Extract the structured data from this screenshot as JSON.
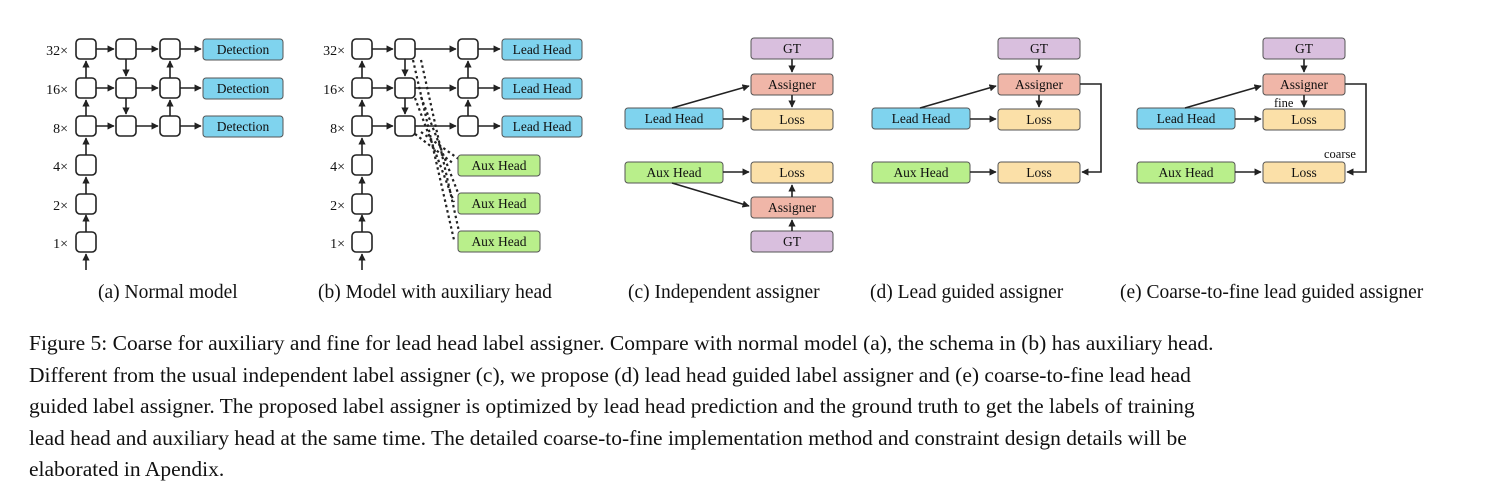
{
  "scales": {
    "s32": "32×",
    "s16": "16×",
    "s8": "8×",
    "s4": "4×",
    "s2": "2×",
    "s1": "1×"
  },
  "heads": {
    "detection": "Detection",
    "lead": "Lead Head",
    "aux": "Aux Head"
  },
  "nodes": {
    "gt": "GT",
    "assigner": "Assigner",
    "loss": "Loss"
  },
  "edges": {
    "fine": "fine",
    "coarse": "coarse"
  },
  "subcaptions": {
    "a": "(a) Normal model",
    "b": "(b) Model with auxiliary head",
    "c": "(c) Independent assigner",
    "d": "(d) Lead guided assigner",
    "e": "(e) Coarse-to-fine lead guided assigner"
  },
  "colors": {
    "blue": "#7fd3ee",
    "green": "#b9ef8b",
    "purple": "#d9bfde",
    "salmon": "#f0b6a8",
    "orange": "#fbe0a8"
  },
  "caption_lines": [
    "Figure 5: Coarse for auxiliary and fine for lead head label assigner. Compare with normal model (a), the schema in (b) has auxiliary head.",
    "Different from the usual independent label assigner (c), we propose (d) lead head guided label assigner and (e) coarse-to-fine lead head",
    "guided label assigner. The proposed label assigner is optimized by lead head prediction and the ground truth to get the labels of training",
    "lead head and auxiliary head at the same time. The detailed coarse-to-fine implementation method and constraint design details will be",
    "elaborated in Apendix."
  ]
}
